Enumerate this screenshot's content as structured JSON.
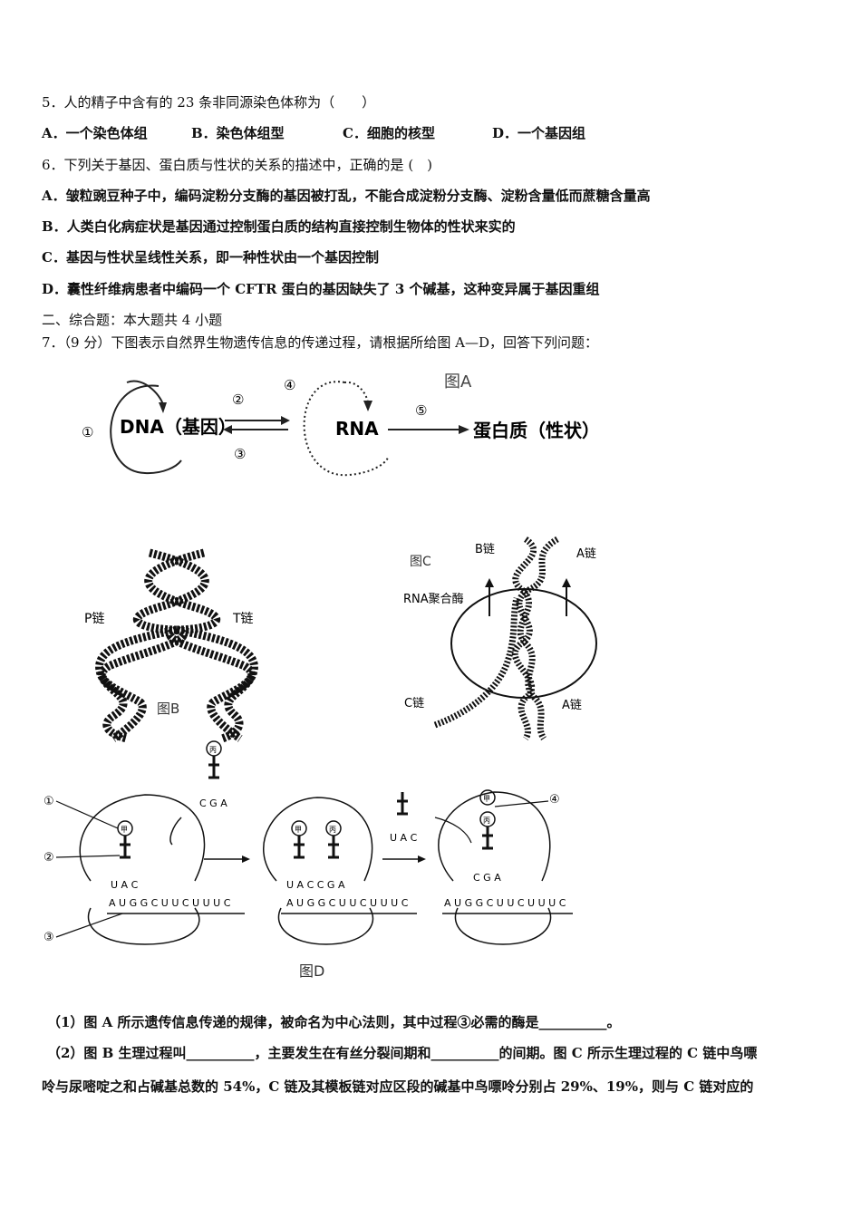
{
  "q5": {
    "stem": "5．人的精子中含有的 23 条非同源染色体称为（　　）",
    "options": [
      "A．一个染色体组",
      "B．染色体组型",
      "C．细胞的核型",
      "D．一个基因组"
    ]
  },
  "q6": {
    "stem": "6．下列关于基因、蛋白质与性状的关系的描述中，正确的是 (　)",
    "options": [
      "A．皱粒豌豆种子中，编码淀粉分支酶的基因被打乱，不能合成淀粉分支酶、淀粉含量低而蔗糖含量高",
      "B．人类白化病症状是基因通过控制蛋白质的结构直接控制生物体的性状来实的",
      "C．基因与性状呈线性关系，即一种性状由一个基因控制",
      "D．囊性纤维病患者中编码一个 CFTR 蛋白的基因缺失了 3 个碱基，这种变异属于基因重组"
    ]
  },
  "section2": "二、综合题：本大题共 4 小题",
  "q7": {
    "stem": "7．（9 分）下图表示自然界生物遗传信息的传递过程，请根据所给图 A—D，回答下列问题：",
    "figA": {
      "title": "图A",
      "dna": "DNA（基因）",
      "rna": "RNA",
      "protein": "蛋白质（性状）",
      "n1": "①",
      "n2": "②",
      "n3": "③",
      "n4": "④",
      "n5": "⑤"
    },
    "figB": {
      "title": "图B",
      "p": "P链",
      "t": "T链"
    },
    "figC": {
      "title": "图C",
      "b": "B链",
      "a_top": "A链",
      "enzyme": "RNA聚合酶",
      "c": "C链",
      "a_bottom": "A链"
    },
    "figD": {
      "title": "图D",
      "n1": "①",
      "n2": "②",
      "n3": "③",
      "n4": "④",
      "jia": "甲",
      "bing": "丙",
      "cga": "C G A",
      "uac": "U A C",
      "uaccga": "U A C C G A",
      "mrna": "A U G G C U U C U U U C"
    },
    "sub1": "（1）图 A 所示遗传信息传递的规律，被命名为中心法则，其中过程③必需的酶是__________。",
    "sub2_line1": "（2）图 B 生理过程叫__________，主要发生在有丝分裂间期和__________的间期。图 C 所示生理过程的 C 链中鸟嘌",
    "sub2_line2": "呤与尿嘧啶之和占碱基总数的 54%，C 链及其模板链对应区段的碱基中鸟嘌呤分别占 29%、19%，则与 C 链对应的"
  }
}
